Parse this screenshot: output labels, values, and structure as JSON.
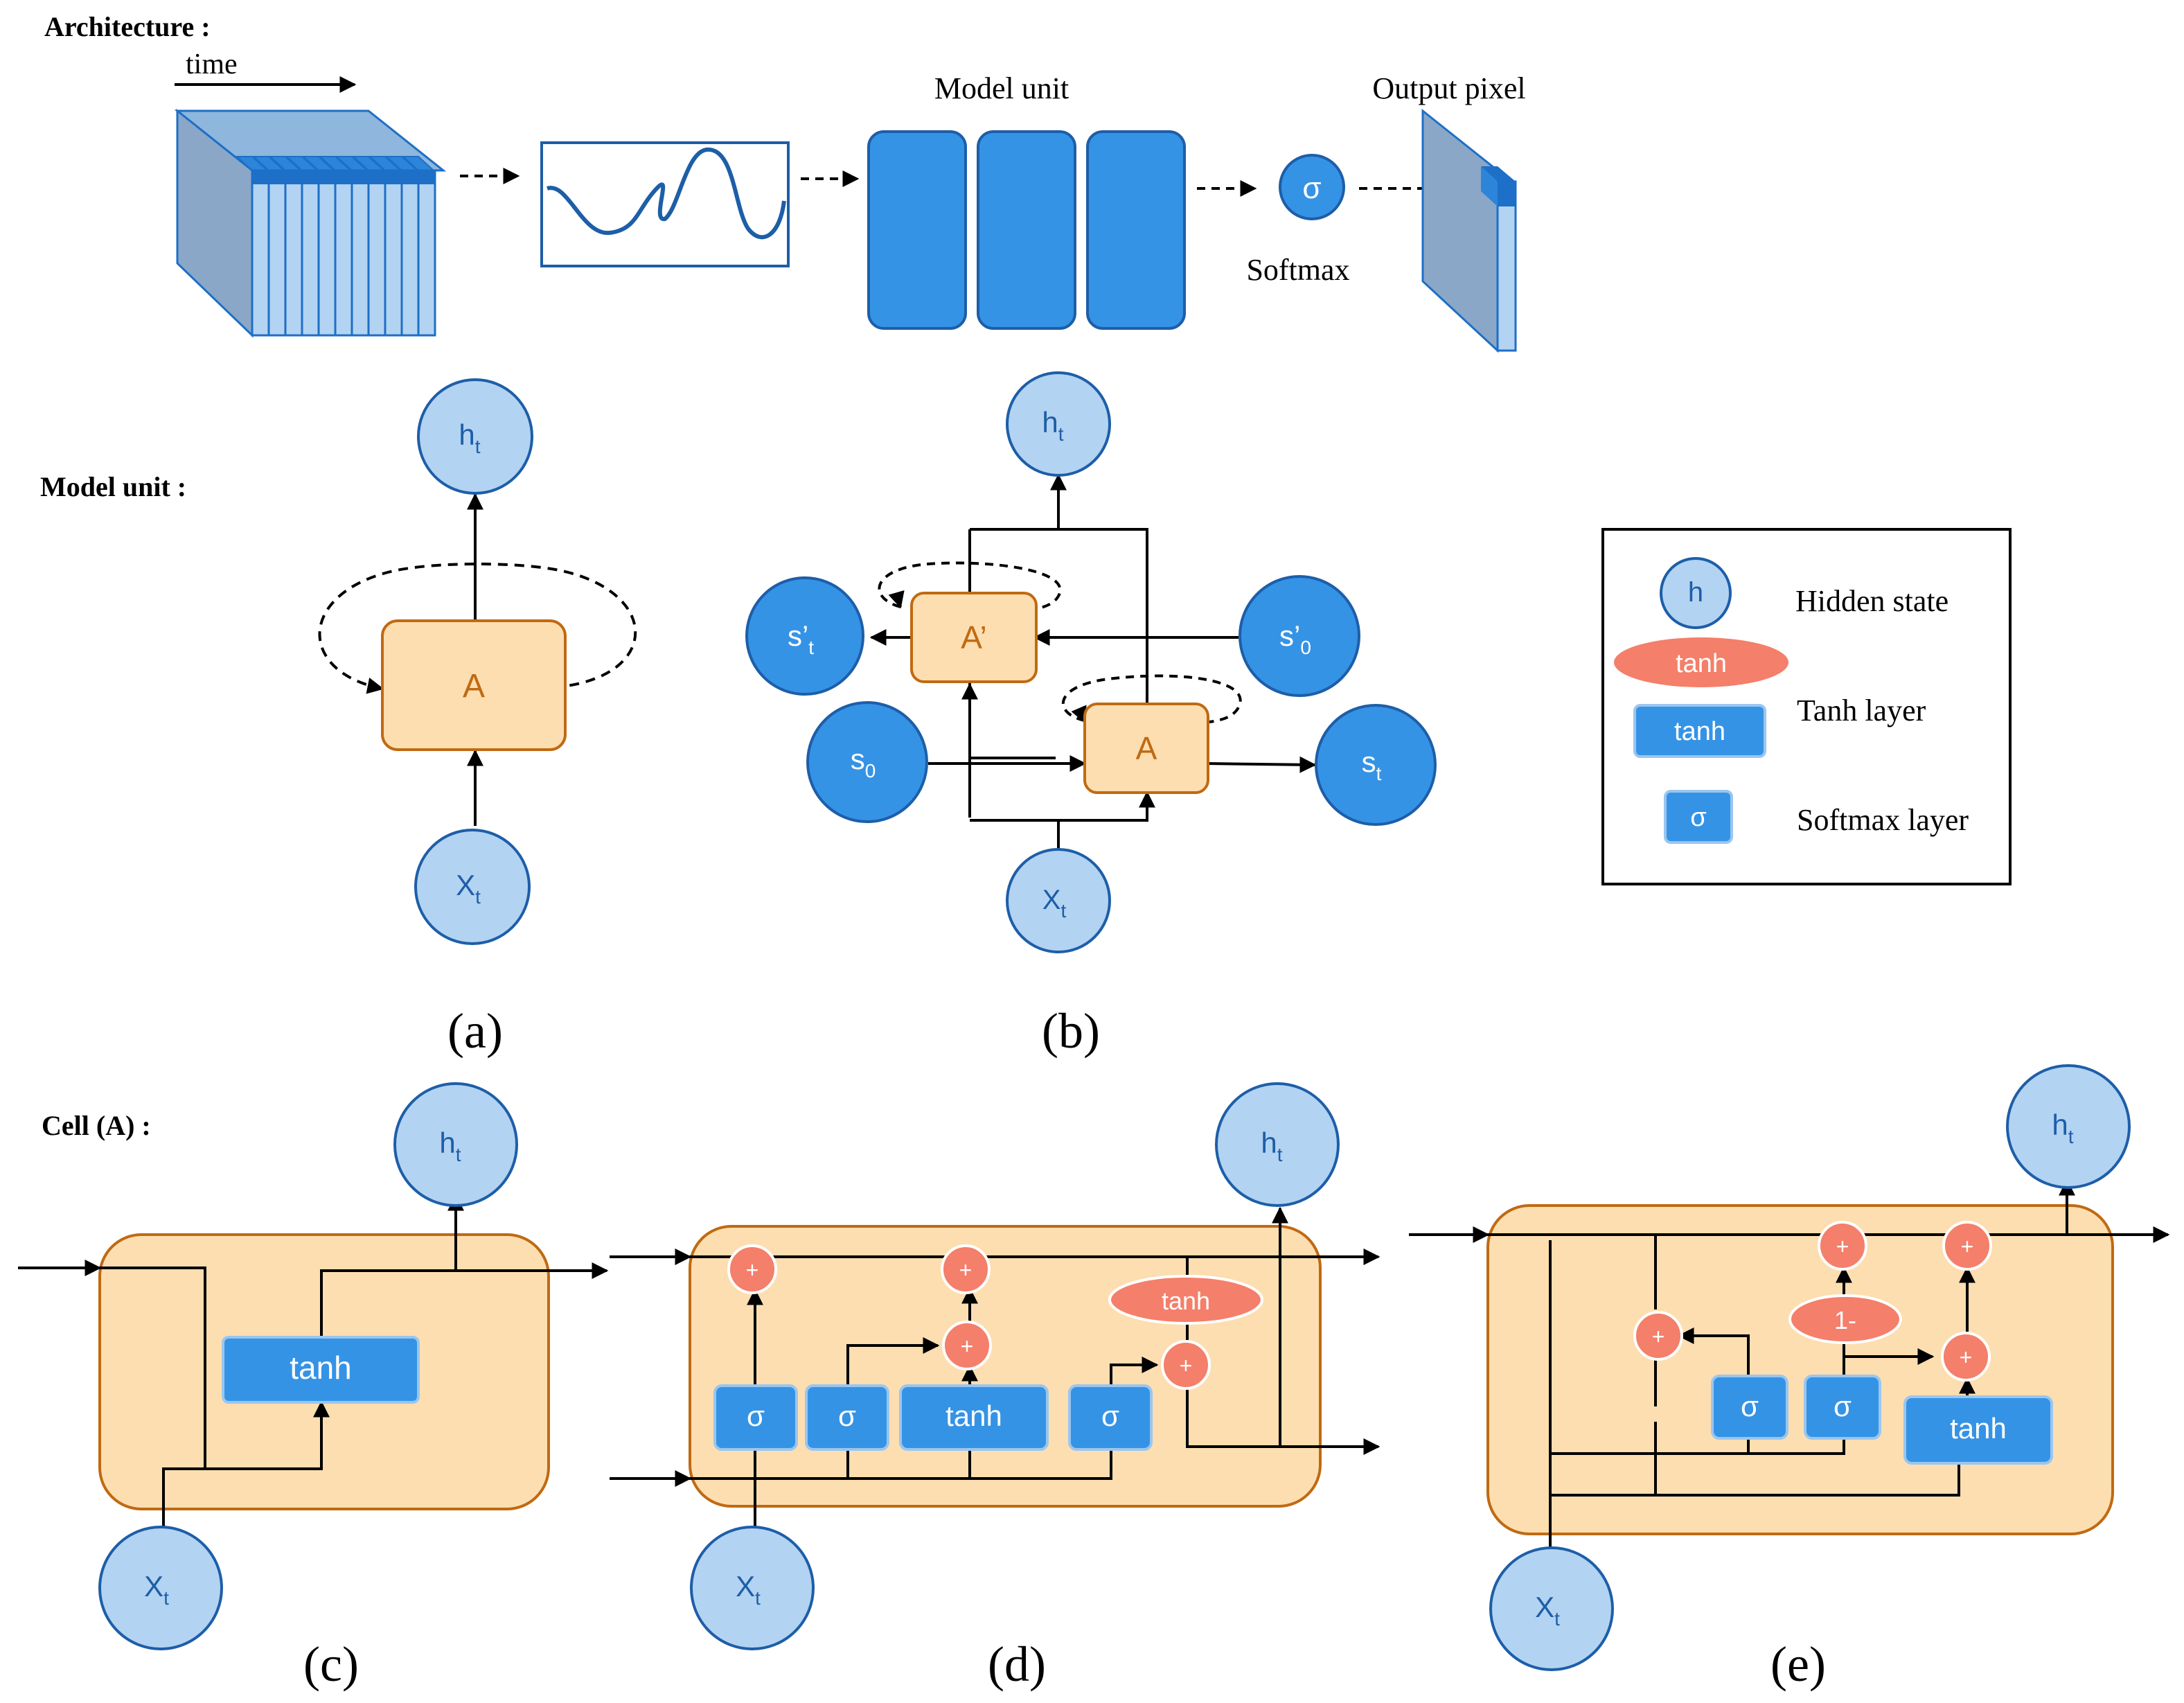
{
  "sections": {
    "architecture": "Architecture :",
    "model_unit": "Model unit :",
    "cell": "Cell (A) :"
  },
  "architecture": {
    "time_label": "time",
    "model_unit_label": "Model unit",
    "output_label": "Output pixel",
    "softmax_label": "Softmax",
    "sigma": "σ"
  },
  "panel_labels": {
    "a": "(a)",
    "b": "(b)",
    "c": "(c)",
    "d": "(d)",
    "e": "(e)"
  },
  "nodes": {
    "h": "h",
    "h_sub": "t",
    "x": "X",
    "x_sub": "t",
    "cell_a": "A",
    "cell_a_prime": "A’",
    "s0": "s",
    "s0_sub": "0",
    "st": "s",
    "st_sub": "t",
    "s0p": "s’",
    "s0p_sub": "0",
    "stp": "s’",
    "stp_sub": "t"
  },
  "legend": {
    "h_symbol": "h",
    "hidden_state": "Hidden state",
    "tanh_symbol": "tanh",
    "tanh_layer": "Tanh layer",
    "sigma_symbol": "σ",
    "softmax_layer": "Softmax layer"
  },
  "ops": {
    "plus": "+",
    "tanh": "tanh",
    "sigma": "σ",
    "one_minus": "1-"
  },
  "colors": {
    "light_blue": "#B3D3F2",
    "blue": "#3593E6",
    "dark_blue": "#1D6FC7",
    "orange_fill": "#FDDEB1",
    "orange_stroke": "#C06A12",
    "salmon": "#F47F6A",
    "label_blue": "#1D5EA8"
  }
}
